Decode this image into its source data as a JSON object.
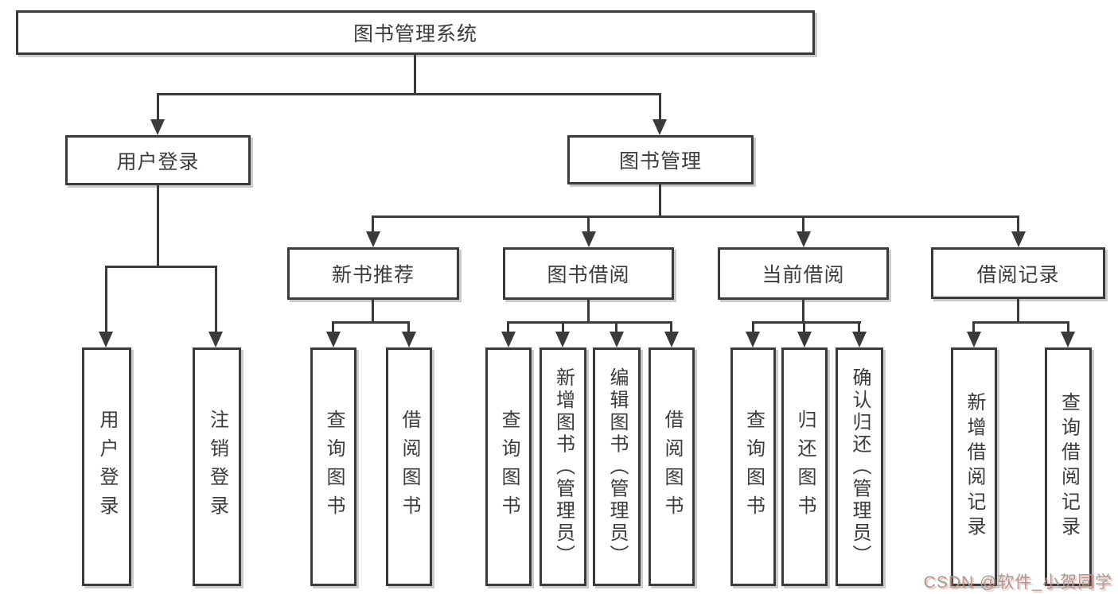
{
  "tree": {
    "label": "图书管理系统",
    "children": [
      {
        "label": "用户登录",
        "children": [
          {
            "label": "用户登录"
          },
          {
            "label": "注销登录"
          }
        ]
      },
      {
        "label": "图书管理",
        "children": [
          {
            "label": "新书推荐",
            "children": [
              {
                "label": "查询图书"
              },
              {
                "label": "借阅图书"
              }
            ]
          },
          {
            "label": "图书借阅",
            "children": [
              {
                "label": "查询图书"
              },
              {
                "label": "新增图书（管理员）"
              },
              {
                "label": "编辑图书（管理员）"
              },
              {
                "label": "借阅图书"
              }
            ]
          },
          {
            "label": "当前借阅",
            "children": [
              {
                "label": "查询图书"
              },
              {
                "label": "归还图书"
              },
              {
                "label": "确认归还（管理员）"
              }
            ]
          },
          {
            "label": "借阅记录",
            "children": [
              {
                "label": "新增借阅记录"
              },
              {
                "label": "查询借阅记录"
              }
            ]
          }
        ]
      }
    ]
  },
  "watermark": "CSDN @软件_小贺同学",
  "colors": {
    "line": "#3a3a3a",
    "border": "#3a3a3a",
    "text": "#3b3b3b",
    "background": "#ffffff",
    "watermark_text": "#9e9e9e",
    "watermark_shadow": "#fc5531"
  }
}
